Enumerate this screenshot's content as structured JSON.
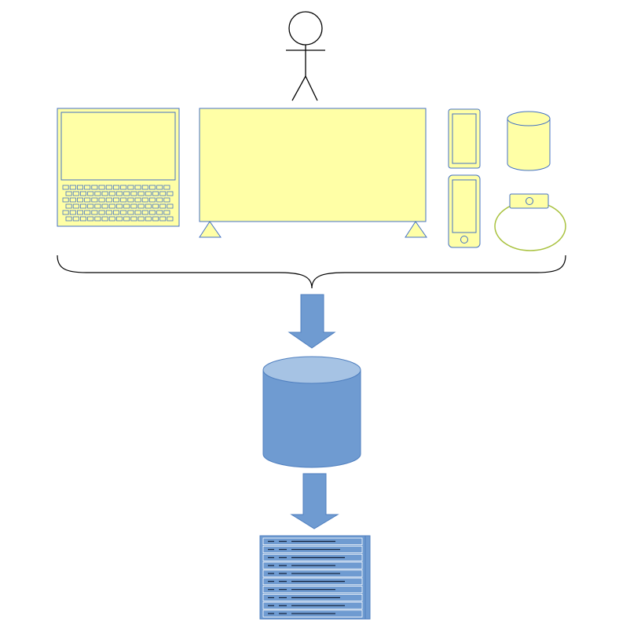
{
  "colors": {
    "device_fill": "#ffffa6",
    "device_stroke": "#4472c4",
    "wearable_stroke": "#a9c23f",
    "flow_fill": "#6f9bd1",
    "flow_stroke": "#4f7fbf",
    "db_top": "#a6c3e4",
    "ink": "#000000"
  },
  "nodes": [
    {
      "id": "user",
      "icon": "stick-figure-icon"
    },
    {
      "id": "laptop",
      "icon": "laptop-icon"
    },
    {
      "id": "tv",
      "icon": "tv-screen-icon"
    },
    {
      "id": "tablet",
      "icon": "tablet-icon"
    },
    {
      "id": "smartphone",
      "icon": "smartphone-icon"
    },
    {
      "id": "smart-speaker",
      "icon": "smart-speaker-icon"
    },
    {
      "id": "wearable",
      "icon": "smartwatch-icon"
    },
    {
      "id": "grouping",
      "icon": "curly-brace-icon"
    },
    {
      "id": "database",
      "icon": "database-cylinder-icon"
    },
    {
      "id": "server-rack",
      "icon": "server-rack-icon"
    }
  ],
  "edges": [
    {
      "from": "grouping",
      "to": "database",
      "icon": "down-arrow-icon"
    },
    {
      "from": "database",
      "to": "server-rack",
      "icon": "down-arrow-icon"
    }
  ]
}
